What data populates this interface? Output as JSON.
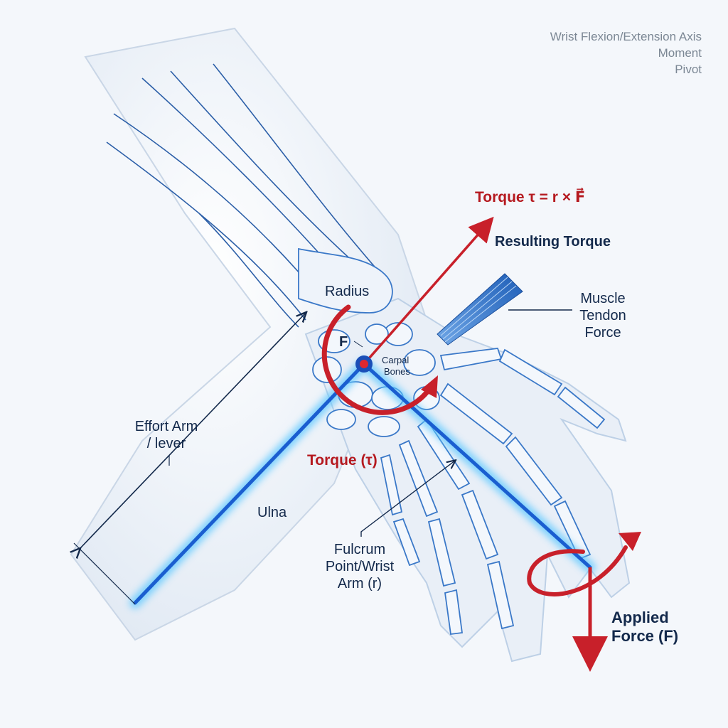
{
  "legend": {
    "line1": "Wrist Flexion/Extension Axis",
    "line2": "Moment",
    "line3": "Pivot"
  },
  "labels": {
    "torque_formula": "Torque τ = r × F⃗",
    "resulting_torque": "Resulting Torque",
    "radius": "Radius",
    "muscle_line1": "Muscle",
    "muscle_line2": "Tendon",
    "muscle_line3": "Force",
    "fulcrum_marker": "F",
    "carpal_line1": "Carpal",
    "carpal_line2": "Bones",
    "effort_line1": "Effort Arm",
    "effort_line2": "/ lever",
    "torque_tau": "Torque (τ)",
    "ulna": "Ulna",
    "fulcrum_line1": "Fulcrum",
    "fulcrum_line2": "Point/Wrist",
    "fulcrum_line3": "Arm (r)",
    "applied_line1": "Applied",
    "applied_line2": "Force (F)"
  },
  "colors": {
    "torque_red": "#c8202a",
    "lever_blue": "#1a6ad8",
    "glow_blue": "#5cc8ff",
    "bone_outline": "#3a78c8",
    "label_navy": "#13294b"
  }
}
